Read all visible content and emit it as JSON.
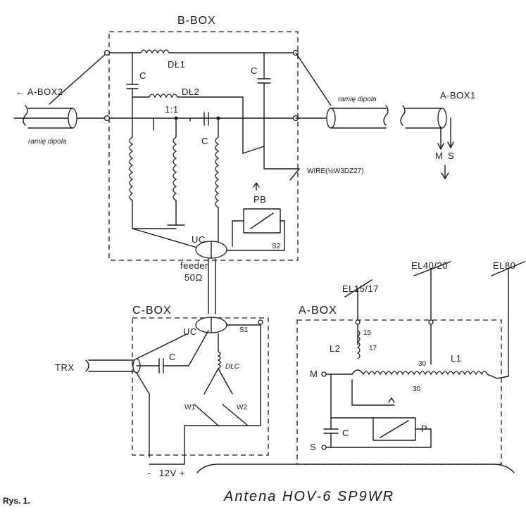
{
  "figure_label": "Rys. 1.",
  "title": "Antena HOV-6 SP9WR",
  "boxes": {
    "b_box": "B-BOX",
    "c_box": "C-BOX",
    "a_box": "A-BOX"
  },
  "b_box_labels": {
    "a_box2": "← A-BOX2",
    "ramie_left": "ramię dipola",
    "ramie_right": "ramię dipola",
    "a_box1": "A-BOX1",
    "dz1": "DŁ1",
    "dz2": "DŁ2",
    "c1": "C",
    "c2": "C",
    "c3": "C",
    "ratio": "1:1",
    "wire": "WIRE(½W3DZ27)",
    "pb": "PB",
    "uc": "UC",
    "s2": "S2",
    "m": "M",
    "s": "S"
  },
  "feeder": {
    "label": "feeder",
    "impedance": "50Ω"
  },
  "c_box_labels": {
    "uc": "UC",
    "s1": "S1",
    "c": "C",
    "dlc": "DŁC",
    "w1": "W1",
    "w2": "W2",
    "trx": "TRX",
    "supply": "12V",
    "minus": "-",
    "plus": "+"
  },
  "a_box_labels": {
    "el15": "EL15/17",
    "el40": "EL40/20",
    "el80": "EL80",
    "l2": "L2",
    "l1": "L1",
    "m": "M",
    "s": "S",
    "c": "C",
    "p": "P",
    "t15": "15",
    "t17": "17",
    "t30": "30",
    "t30b": "30"
  }
}
